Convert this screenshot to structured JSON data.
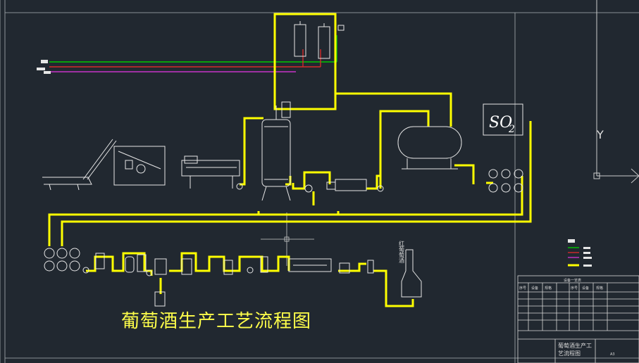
{
  "title": "葡萄酒生产工艺流程图",
  "so2": {
    "main": "SO",
    "sub": "2"
  },
  "tank_label": "红葡萄酒",
  "ucs": {
    "y": "Y"
  },
  "title_block": {
    "sheet_title_line1": "葡萄酒生产工",
    "sheet_title_line2": "艺流程图",
    "table_header": "设备一览表",
    "col_no": "序号",
    "col_equip": "设备",
    "col_spec": "规格",
    "scale": "A3"
  },
  "colors": {
    "background": "#212830",
    "main_pipe": "#ffff00",
    "equipment": "#e6e6e6",
    "green_line": "#00c800",
    "red_line": "#d42a2a",
    "magenta_line": "#c832c8",
    "title": "#ffff4a"
  }
}
